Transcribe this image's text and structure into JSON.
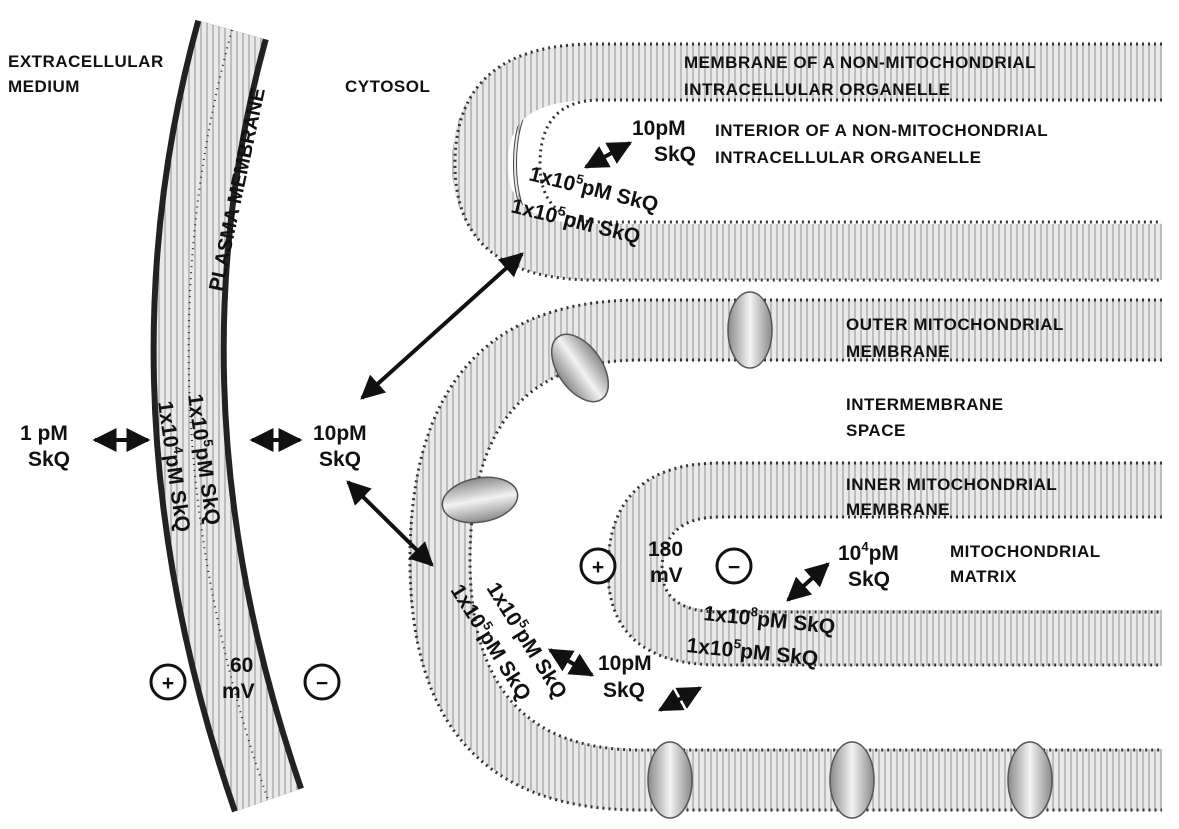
{
  "compartments": {
    "extracellular": [
      "EXTRACELLULAR",
      "MEDIUM"
    ],
    "cytosol": "CYTOSOL",
    "intermembrane": [
      "INTERMEMBRANE",
      "SPACE"
    ],
    "matrix": [
      "MITOCHONDRIAL",
      "MATRIX"
    ],
    "organelle_interior": [
      "INTERIOR OF A NON-MITOCHONDRIAL",
      "INTRACELLULAR ORGANELLE"
    ]
  },
  "membranes": {
    "plasma": "PLASMA MEMBRANE",
    "organelle": [
      "MEMBRANE OF A NON-MITOCHONDRIAL",
      "INTRACELLULAR ORGANELLE"
    ],
    "outer": [
      "OUTER MITOCHONDRIAL",
      "MEMBRANE"
    ],
    "inner": [
      "INNER MITOCHONDRIAL",
      "MEMBRANE"
    ]
  },
  "concentrations": {
    "extracellular": [
      "1 pM",
      "SkQ"
    ],
    "cytosol": [
      "10pM",
      "SkQ"
    ],
    "organelle_interior": [
      "10pM",
      "SkQ"
    ],
    "intermembrane": [
      "10pM",
      "SkQ"
    ],
    "matrix": {
      "base": "10",
      "exp": "4",
      "unit": "pM",
      "line2": "SkQ"
    },
    "plasma_outer": {
      "base": "1x10",
      "exp": "4",
      "unit": "pM SkQ"
    },
    "plasma_inner": {
      "base": "1x10",
      "exp": "5",
      "unit": "pM SkQ"
    },
    "organelle_inner": {
      "base": "1x10",
      "exp": "5",
      "unit": "pM  SkQ"
    },
    "organelle_outer": {
      "base": "1x10",
      "exp": "5",
      "unit": "pM  SkQ"
    },
    "outer_mito_1": {
      "base": "1x10",
      "exp": "5",
      "unit": "pM  SkQ"
    },
    "outer_mito_2": {
      "base": "1x10",
      "exp": "5",
      "unit": "pM  SkQ"
    },
    "inner_mito_inner": {
      "base": "1x10",
      "exp": "8",
      "unit": "pM  SkQ"
    },
    "inner_mito_outer": {
      "base": "1x10",
      "exp": "5",
      "unit": "pM  SkQ"
    }
  },
  "potentials": {
    "plasma": [
      "60",
      "mV"
    ],
    "mito": [
      "180",
      "mV"
    ],
    "plus": "+",
    "minus": "−"
  },
  "colors": {
    "ink": "#111111",
    "membrane_fill": "#cfcfcf",
    "protein_light": "#f2f2f2",
    "protein_dark": "#8a8a8a"
  },
  "icons": [
    "double-arrow-icon",
    "plus-sign-icon",
    "minus-sign-icon",
    "membrane-protein-icon"
  ]
}
